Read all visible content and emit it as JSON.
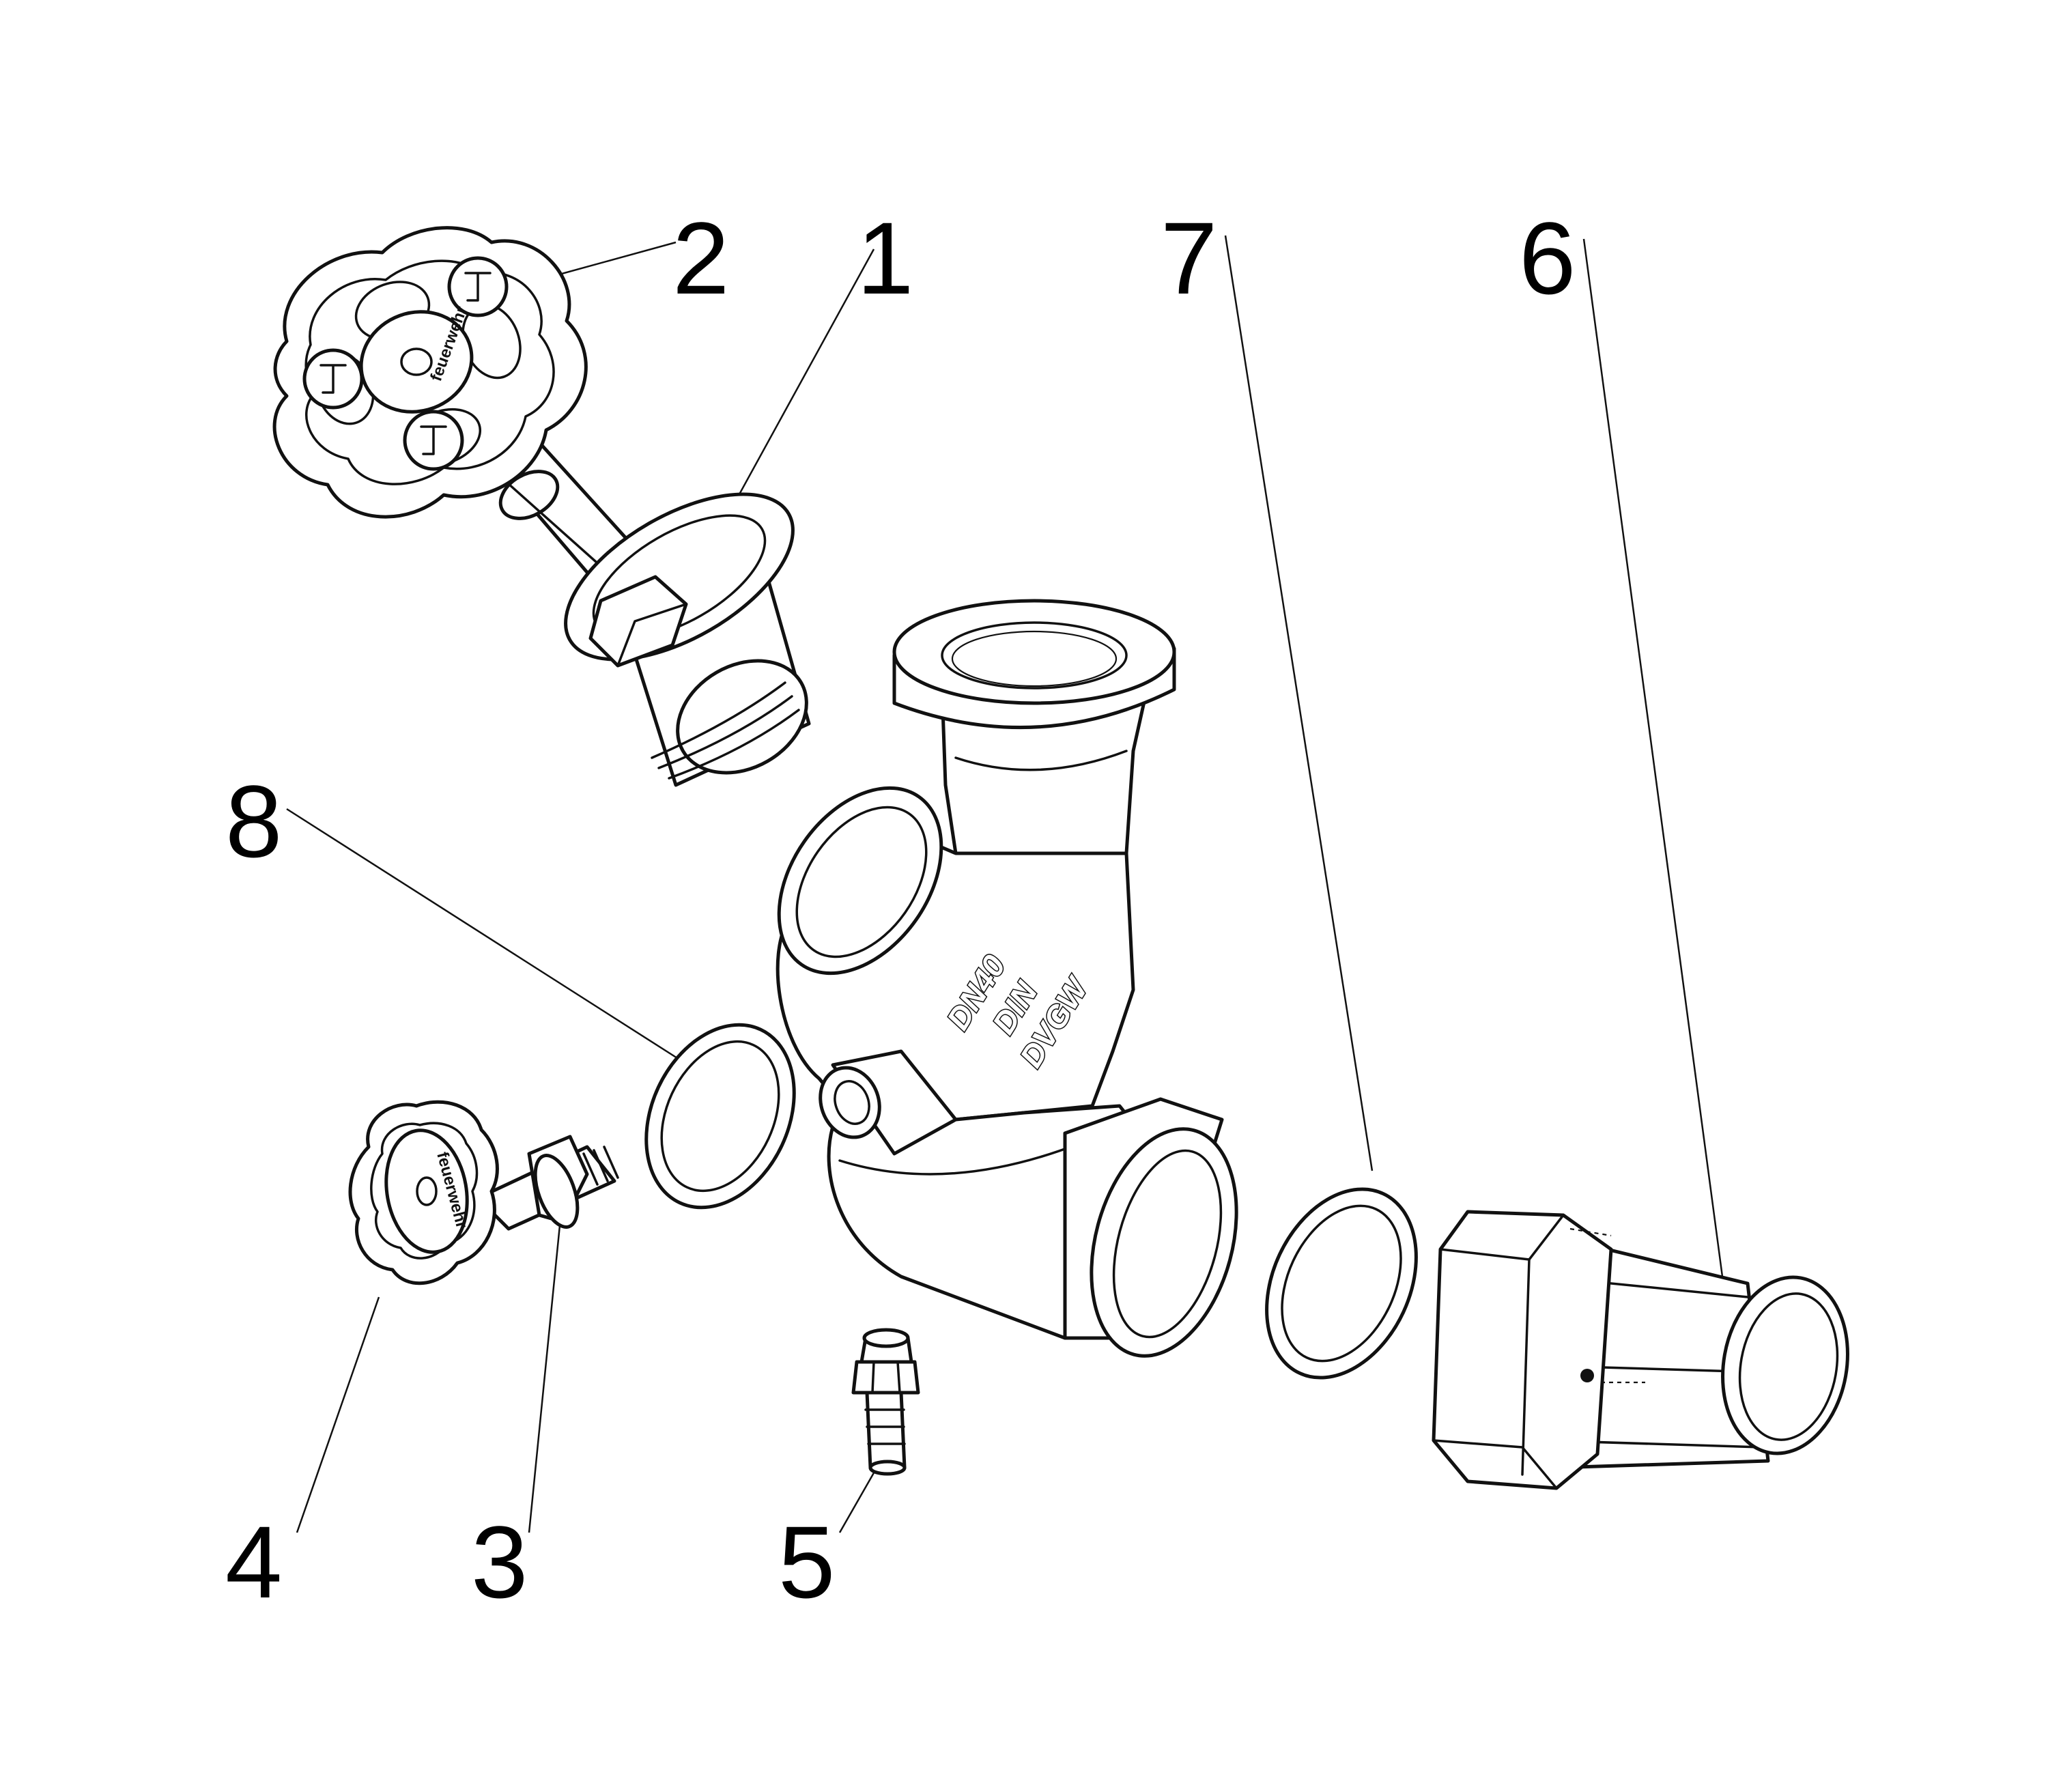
{
  "callouts": {
    "c1": "1",
    "c2": "2",
    "c3": "3",
    "c4": "4",
    "c5": "5",
    "c6": "6",
    "c7": "7",
    "c8": "8"
  },
  "body_marking": {
    "line1": "DN40",
    "line2": "DIN",
    "line3": "DVGW"
  },
  "handwheel_marking": "feuerwehr",
  "colors": {
    "line": "#111111",
    "fill": "#ffffff"
  }
}
